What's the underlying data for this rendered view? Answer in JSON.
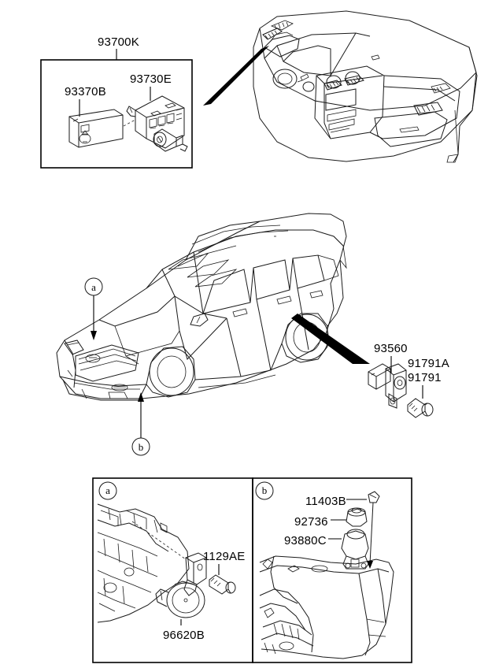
{
  "diagram": {
    "title": "Switch Assembly Parts Diagram",
    "panels": {
      "switch_assembly": {
        "name": "93700K",
        "parts": [
          {
            "number": "93370B",
            "name": "switch-93370B"
          },
          {
            "number": "93730E",
            "name": "switch-93730E"
          }
        ]
      },
      "detail_a": {
        "letter": "a",
        "parts": [
          {
            "number": "1129AE",
            "name": "bolt-1129AE"
          },
          {
            "number": "96620B",
            "name": "horn-96620B"
          }
        ]
      },
      "detail_b": {
        "letter": "b",
        "parts": [
          {
            "number": "11403B",
            "name": "bolt-11403B"
          },
          {
            "number": "92736",
            "name": "grommet-92736"
          },
          {
            "number": "93880C",
            "name": "switch-93880C"
          }
        ]
      }
    },
    "sensor_group": {
      "parts": [
        {
          "number": "93560",
          "name": "sensor-93560"
        },
        {
          "number": "91791A",
          "name": "screw-91791A"
        },
        {
          "number": "91791",
          "name": "screw-91791"
        }
      ]
    },
    "callouts": [
      {
        "letter": "a",
        "name": "callout-a-vehicle"
      },
      {
        "letter": "b",
        "name": "callout-b-vehicle"
      }
    ],
    "illustrations": [
      {
        "name": "dashboard-illustration"
      },
      {
        "name": "vehicle-illustration"
      }
    ]
  }
}
